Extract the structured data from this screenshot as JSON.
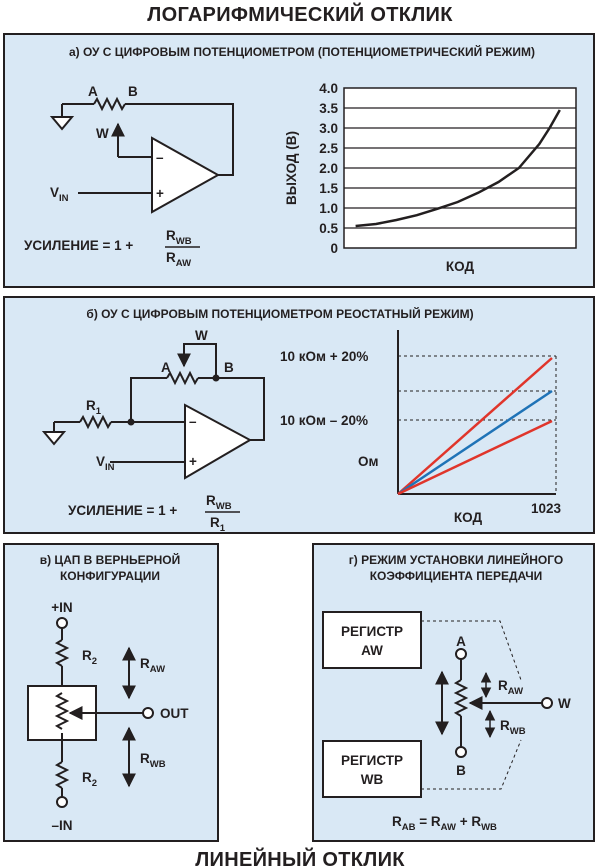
{
  "top_title": "ЛОГАРИФМИЧЕСКИЙ ОТКЛИК",
  "bottom_title": "ЛИНЕЙНЫЙ ОТКЛИК",
  "panel_a": {
    "title": "а) ОУ С ЦИФРОВЫМ ПОТЕНЦИОМЕТРОМ (ПОТЕНЦИОМЕТРИЧЕСКИЙ РЕЖИМ)",
    "pin_a": "A",
    "pin_b": "B",
    "pin_w": "W",
    "minus": "–",
    "plus": "+",
    "vin": "V",
    "vin_sub": "IN",
    "gain_prefix": "УСИЛЕНИЕ = 1 +",
    "num": "R",
    "num_sub": "WB",
    "den": "R",
    "den_sub": "AW"
  },
  "chart_data": {
    "type": "line",
    "ylabel": "ВЫХОД (В)",
    "xlabel": "КОД",
    "yticks": [
      "4.0",
      "3.5",
      "3.0",
      "2.5",
      "2.0",
      "1.5",
      "1.0",
      "0.5",
      "0"
    ],
    "ylim": [
      0,
      4.0
    ],
    "xlim": [
      0,
      1
    ],
    "grid": true,
    "series": [
      {
        "x": [
          0,
          0.1,
          0.2,
          0.3,
          0.4,
          0.5,
          0.6,
          0.7,
          0.8,
          0.9,
          0.95,
          1.0
        ],
        "y": [
          0.55,
          0.6,
          0.7,
          0.82,
          0.98,
          1.15,
          1.38,
          1.65,
          2.0,
          2.6,
          3.0,
          3.45
        ]
      }
    ]
  },
  "panel_b": {
    "title": "б) ОУ С ЦИФРОВЫМ ПОТЕНЦИОМЕТРОМ РЕОСТАТНЫЙ РЕЖИМ)",
    "pin_w": "W",
    "pin_a": "A",
    "pin_b": "B",
    "r1": "R",
    "r1_sub": "1",
    "minus": "–",
    "plus": "+",
    "vin": "V",
    "vin_sub": "IN",
    "gain_prefix": "УСИЛЕНИЕ = 1 +",
    "num": "R",
    "num_sub": "WB",
    "den": "R",
    "den_sub": "1",
    "label_high": "10 кОм + 20%",
    "label_low": "10 кОм – 20%",
    "label_ohm": "Ом",
    "xlabel": "КОД",
    "x_end": "1023",
    "colors": {
      "tolerance": "#e0352b",
      "nominal": "#1f73b7"
    }
  },
  "panel_c": {
    "title_line1": "в) ЦАП В ВЕРНЬЕРНОЙ",
    "title_line2": "КОНФИГУРАЦИИ",
    "plus_in": "+IN",
    "minus_in": "–IN",
    "r2_top": "R",
    "r2_top_sub": "2",
    "r2_bot": "R",
    "r2_bot_sub": "2",
    "raw": "R",
    "raw_sub": "AW",
    "rwb": "R",
    "rwb_sub": "WB",
    "out": "OUT"
  },
  "panel_d": {
    "title_line1": "г) РЕЖИМ УСТАНОВКИ ЛИНЕЙНОГО",
    "title_line2": "КОЭФФИЦИЕНТА ПЕРЕДАЧИ",
    "reg_aw_1": "РЕГИСТР",
    "reg_aw_2": "AW",
    "reg_wb_1": "РЕГИСТР",
    "reg_wb_2": "WB",
    "pin_a": "A",
    "pin_b": "B",
    "pin_w": "W",
    "raw": "R",
    "raw_sub": "AW",
    "rwb": "R",
    "rwb_sub": "WB",
    "eq_rab": "R",
    "eq_rab_sub": "AB",
    "eq_mid": " = R",
    "eq_mid_sub": "AW",
    "eq_plus": " + R",
    "eq_plus_sub": "WB"
  },
  "colors": {
    "panel_bg": "#d9e8f5",
    "panel_border": "#231f20"
  }
}
